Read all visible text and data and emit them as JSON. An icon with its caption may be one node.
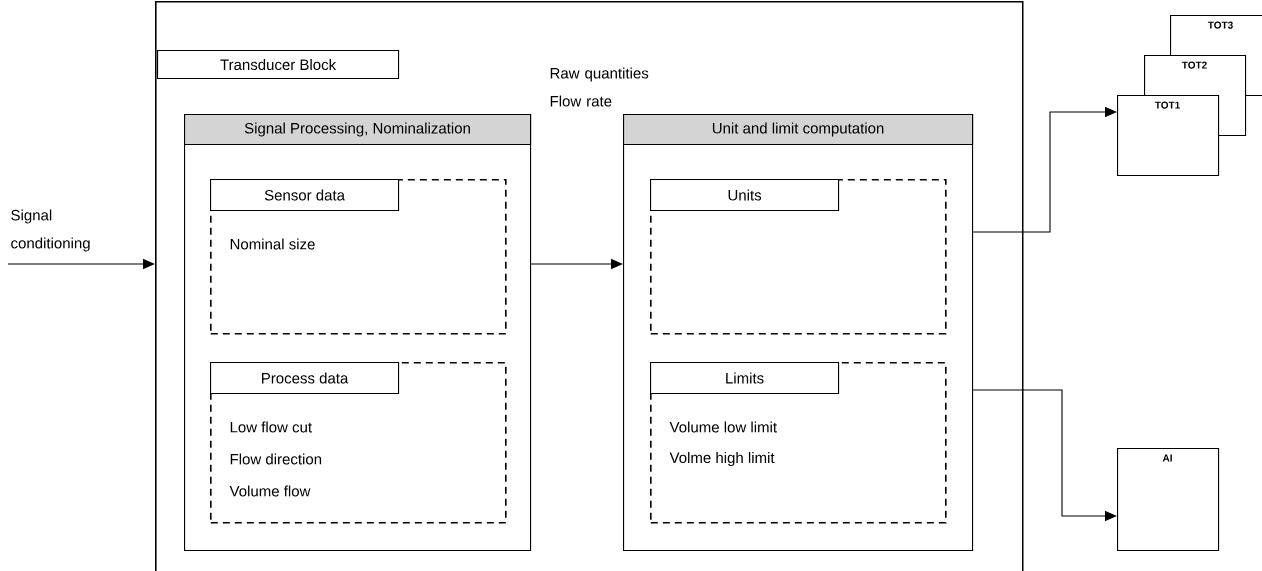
{
  "diagram": {
    "nodes": [
      {
        "text": [
          "Raw quantities Flow rate"
        ]
      },
      {
        "text": [
          "Transducer Block"
        ],
        "in": 0
      },
      {
        "text": [
          "Signal Processing, Nominalization"
        ],
        "in": 0
      },
      {
        "text": [
          "Sensor data",
          "Nominal size"
        ],
        "in": 2
      },
      {
        "text": [
          "Process data",
          "Low flow cut",
          "Flow direction",
          "Volume flow"
        ],
        "in": 2
      },
      {
        "text": [
          "Unit and limit computation"
        ],
        "in": 0
      },
      {
        "text": [
          "Units"
        ],
        "in": 5
      },
      {
        "text": [
          "Limits",
          "Volume low limit",
          "Volme high limit"
        ],
        "in": 5
      },
      {
        "text": [
          "TOT3"
        ]
      },
      {
        "text": [
          "TOT2"
        ]
      },
      {
        "text": [
          "TOT1"
        ]
      },
      {
        "text": [
          "AI"
        ]
      }
    ],
    "edges": [
      {
        "from": null,
        "to": 0,
        "arrow": "to",
        "label": "Signal conditioning"
      },
      {
        "from": 2,
        "to": 5,
        "arrow": "to"
      },
      {
        "from": 5,
        "to": 10,
        "arrow": "to"
      },
      {
        "from": 5,
        "to": 11,
        "arrow": "to"
      }
    ]
  }
}
